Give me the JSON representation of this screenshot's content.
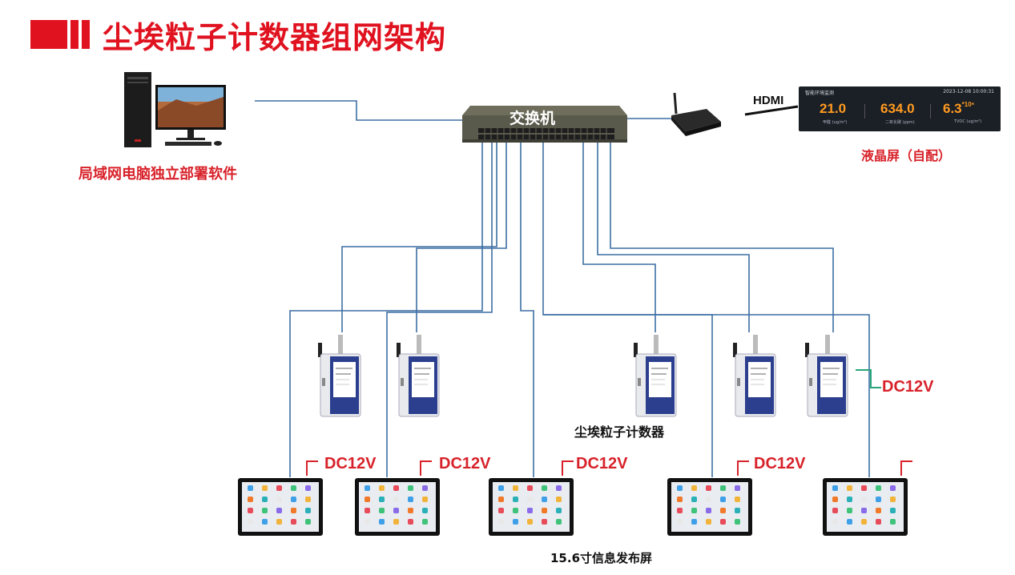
{
  "title": "尘埃粒子计数器组网架构",
  "labels": {
    "computer": "局域网电脑独立部署软件",
    "switch": "交换机",
    "hdmi": "HDMI",
    "lcd": "液晶屏（自配）",
    "counter": "尘埃粒子计数器",
    "screen": "15.6寸信息发布屏",
    "dc1": "DC12V",
    "dc2": "DC12V",
    "dc3": "DC12V",
    "dc4": "DC12V",
    "dc_right": "DC12V"
  },
  "lcd_screen": {
    "header": "智能环境监测",
    "time": "2023-12-08 10:00:31",
    "v1": "21.0",
    "v1_unit": "甲醛 (ug/m³)",
    "v2": "634.0",
    "v2_unit": "二氧化碳 (ppm)",
    "v3": "6.3",
    "v3_exp": "*10⁶",
    "v3_unit": "TVOC (ug/m³)"
  },
  "colors": {
    "title_red": "#e0121f",
    "label_red": "#d8222a",
    "wire_blue": "#3d6fa3",
    "wire_green": "#2aa57a",
    "lcd_value": "#ff9b20"
  }
}
